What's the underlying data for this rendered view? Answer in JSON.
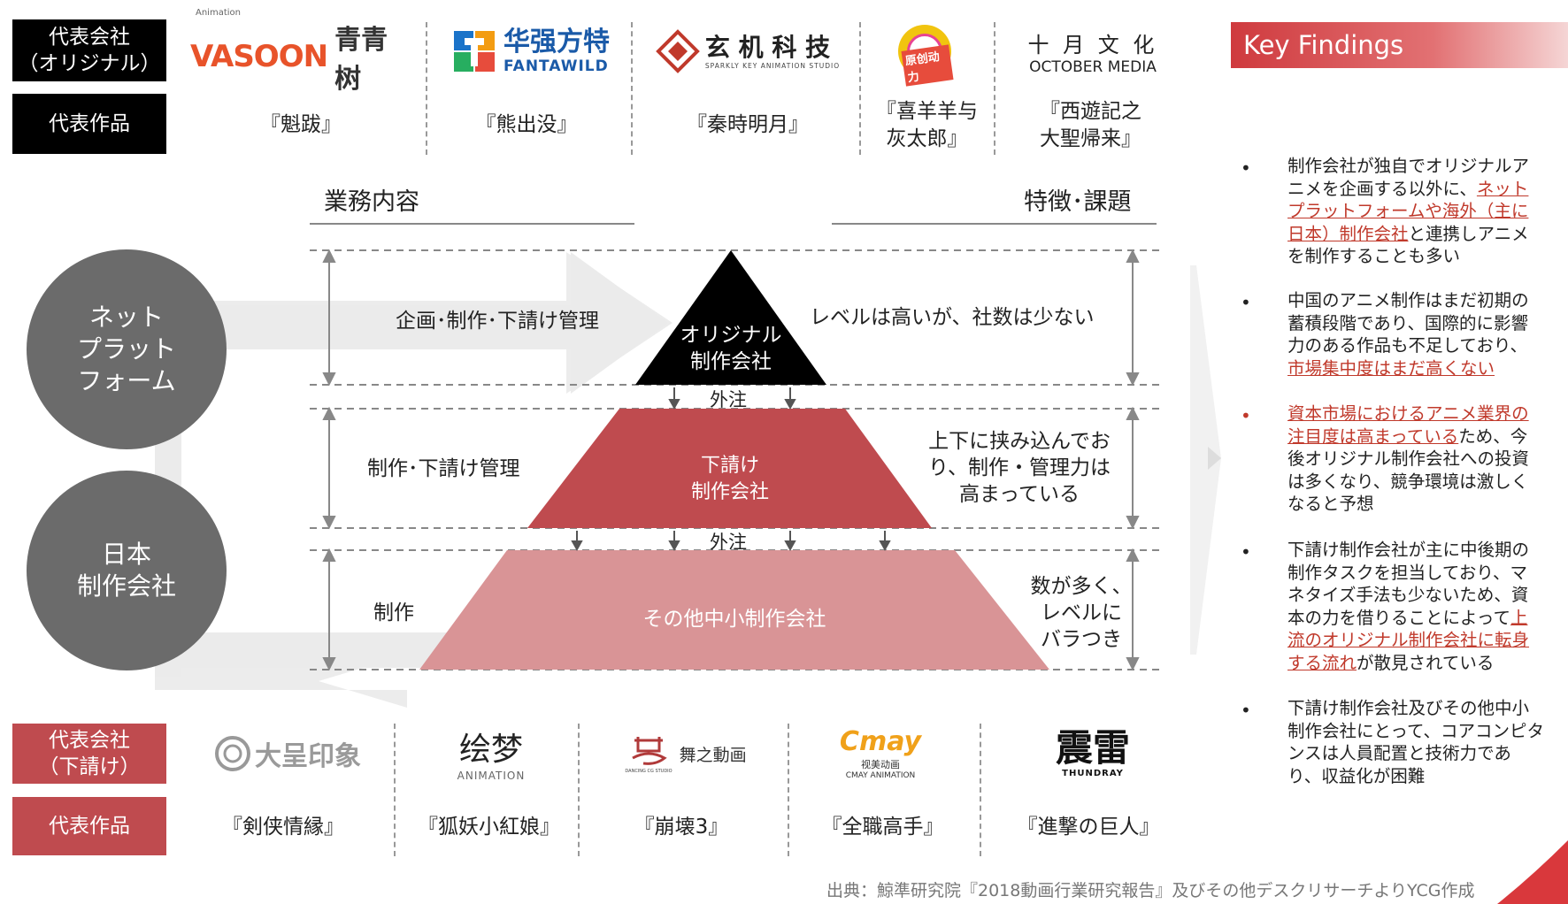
{
  "top_labels": {
    "company": "代表会社\n（オリジナル）",
    "works": "代表作品"
  },
  "top_companies": [
    {
      "logo_small": "Animation",
      "logo_main": "VASOON",
      "logo_cn": "青青树",
      "work": "『魁跋』"
    },
    {
      "logo_main": "华强方特",
      "logo_sub": "FANTAWILD",
      "work": "『熊出没』"
    },
    {
      "logo_main": "玄 机 科 技",
      "logo_sub": "SPARKLY KEY ANIMATION STUDIO",
      "work": "『秦時明月』"
    },
    {
      "logo_main": "原创动力",
      "work": "『喜羊羊与\n灰太郎』"
    },
    {
      "logo_main": "十 月 文 化",
      "logo_sub": "OCTOBER MEDIA",
      "work": "『西遊記之\n大聖帰来』"
    }
  ],
  "headers": {
    "left": "業務内容",
    "right": "特徴･課題"
  },
  "circles": {
    "net": "ネット\nプラット\nフォーム",
    "japan": "日本\n制作会社"
  },
  "tiers": [
    {
      "name": "オリジナル\n制作会社",
      "task": "企画･制作･下請け管理",
      "feature": "レベルは高いが、社数は少ない",
      "color": "#000000"
    },
    {
      "name": "下請け\n制作会社",
      "task": "制作･下請け管理",
      "feature": "上下に挟み込んでお\nり、制作・管理力は\n高まっている",
      "color": "#bf4b4f"
    },
    {
      "name": "その他中小制作会社",
      "task": "制作",
      "feature": "数が多く、\nレベルに\nバラつき",
      "color": "#d99496"
    }
  ],
  "outsource_label": "外注",
  "bottom_labels": {
    "company": "代表会社\n（下請け）",
    "works": "代表作品"
  },
  "bottom_companies": [
    {
      "logo_main": "大呈印象",
      "logo_sub": "",
      "work": "『剣侠情縁』"
    },
    {
      "logo_main": "绘梦",
      "logo_sub": "ANIMATION",
      "work": "『狐妖小紅娘』"
    },
    {
      "logo_main": "舞之動画",
      "logo_sub": "DANCING CG STUDIO",
      "work": "『崩壊3』"
    },
    {
      "logo_main": "视美动画",
      "logo_sub": "CMAY ANIMATION",
      "work": "『全職高手』"
    },
    {
      "logo_main": "震雷",
      "logo_sub": "THUNDRAY",
      "work": "『進撃の巨人』"
    }
  ],
  "key_findings": {
    "title": "Key Findings",
    "items": [
      {
        "pre": "制作会社が独自でオリジナルアニメを企画する以外に、",
        "highlight": "ネットプラットフォームや海外（主に日本）制作会社",
        "post": "と連携しアニメを制作することも多い"
      },
      {
        "pre": "中国のアニメ制作はまだ初期の蓄積段階であり、国際的に影響力のある作品も不足しており、",
        "highlight": "市場集中度はまだ高くない",
        "post": ""
      },
      {
        "pre": "",
        "highlight": "資本市場におけるアニメ業界の注目度は高まっている",
        "post": "ため、今後オリジナル制作会社への投資は多くなり、競争環境は激しくなると予想"
      },
      {
        "pre": "下請け制作会社が主に中後期の制作タスクを担当しており、マネタイズ手法も少ないため、資本の力を借りることによって",
        "highlight": "上流のオリジナル制作会社に転身する流れ",
        "post": "が散見されている"
      },
      {
        "pre": "下請け制作会社及びその他中小制作会社にとって、コアコンピタンスは人員配置と技術力であり、収益化が困難",
        "highlight": "",
        "post": ""
      }
    ]
  },
  "source": "出典：鯨準研究院『2018動画行業研究報告』及びその他デスクリサーチよりYCG作成"
}
